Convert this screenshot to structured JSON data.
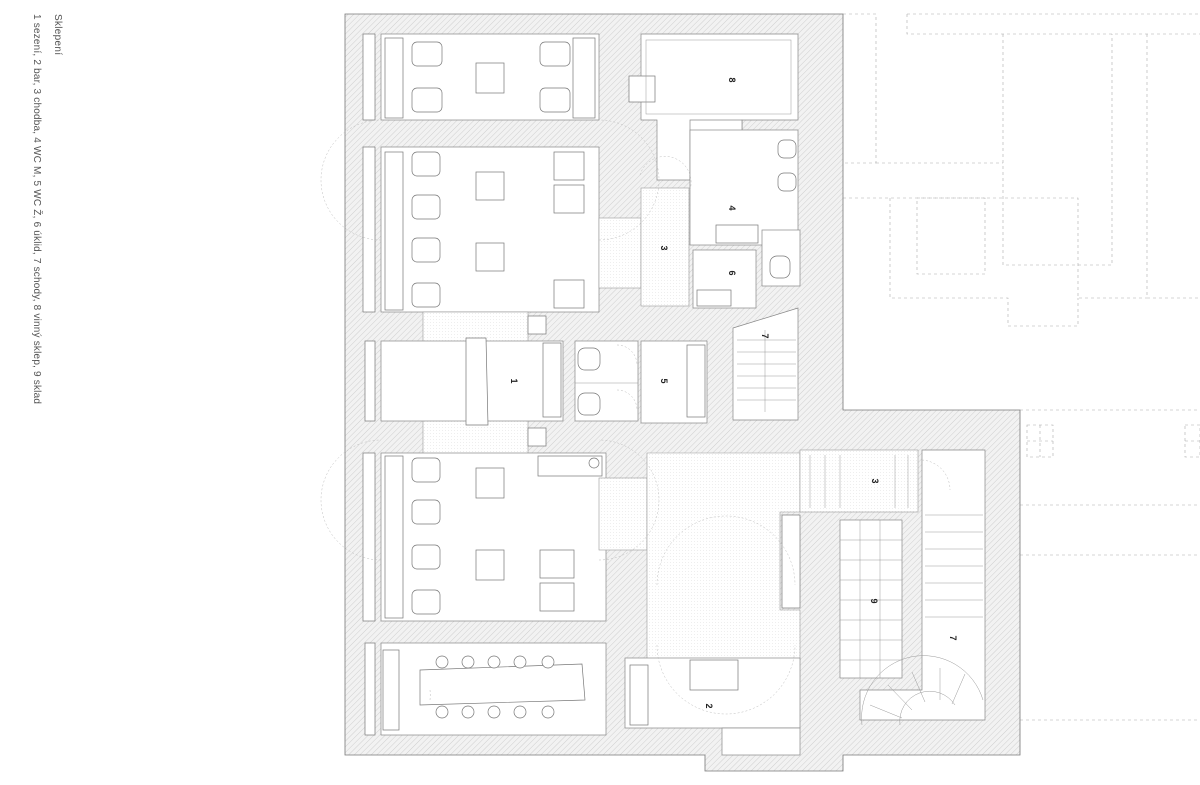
{
  "caption": {
    "title": "Sklepení",
    "legend": "1 sezení, 2 bar, 3 chodba, 4 WC M, 5 WC Ž, 6 úklid, 7 schody, 8 vinný sklep, 9 sklad"
  },
  "rooms": {
    "r1": "1",
    "r2": "2",
    "r3a": "3",
    "r3b": "3",
    "r4": "4",
    "r5": "5",
    "r6": "6",
    "r7a": "7",
    "r7b": "7",
    "r8": "8",
    "r9": "9"
  }
}
